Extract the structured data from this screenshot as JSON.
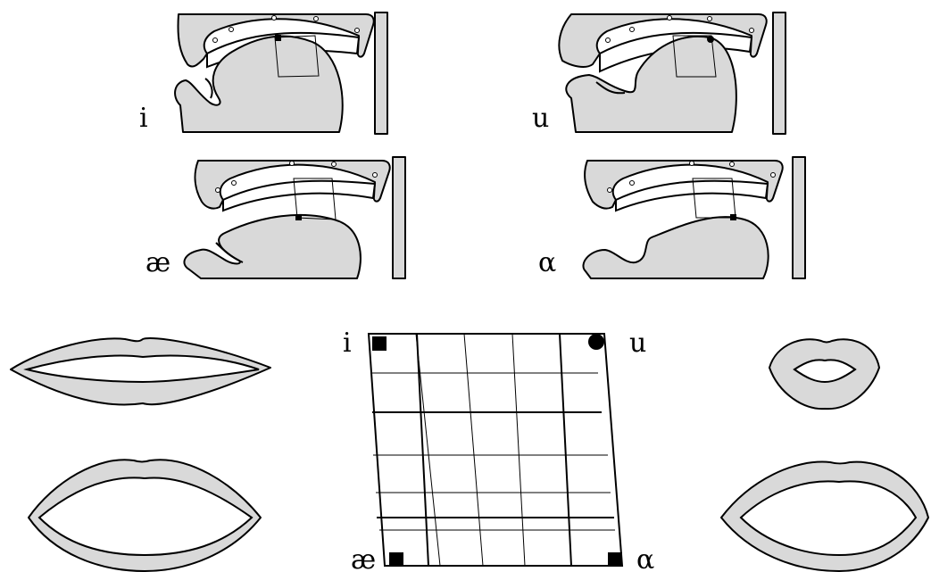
{
  "vowels": {
    "i": "i",
    "u": "u",
    "ae": "æ",
    "alpha": "α"
  },
  "grid": {
    "corners": {
      "top_left": "i",
      "top_right": "u",
      "bottom_left": "æ",
      "bottom_right": "α"
    }
  }
}
